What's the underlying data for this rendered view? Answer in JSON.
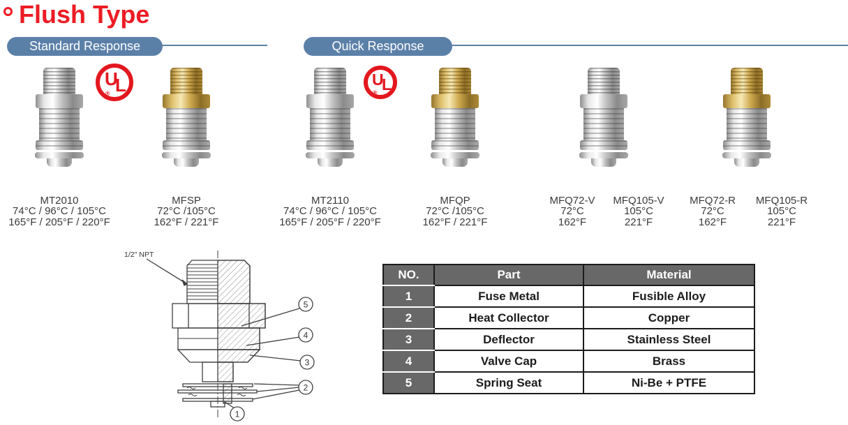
{
  "page": {
    "title": "Flush Type"
  },
  "banners": {
    "standard": "Standard Response",
    "quick": "Quick Response"
  },
  "colors": {
    "accent_red": "#ed1c24",
    "banner_blue": "#5b80a8",
    "table_header_gray": "#686868"
  },
  "ul_logo": {
    "u": "U",
    "l": "L",
    "registered": "®"
  },
  "products": [
    {
      "name": "MT2010",
      "temps_c": "74°C / 96°C / 105°C",
      "temps_f": "165°F / 205°F / 220°F",
      "finish": "chrome",
      "ul_listed": true
    },
    {
      "name": "MFSP",
      "temps_c": "72°C /105°C",
      "temps_f": "162°F / 221°F",
      "finish": "brass-chrome",
      "ul_listed": false
    },
    {
      "name": "MT2110",
      "temps_c": "74°C / 96°C / 105°C",
      "temps_f": "165°F / 205°F / 220°F",
      "finish": "chrome",
      "ul_listed": true
    },
    {
      "name": "MFQP",
      "temps_c": "72°C /105°C",
      "temps_f": "162°F / 221°F",
      "finish": "brass-chrome",
      "ul_listed": false
    },
    {
      "name": "MFQ72-V",
      "temps_c": "72°C",
      "temps_f": "162°F",
      "finish": "chrome",
      "ul_listed": false
    },
    {
      "name": "MFQ105-V",
      "temps_c": "105°C",
      "temps_f": "221°F",
      "finish": "chrome",
      "ul_listed": false
    },
    {
      "name": "MFQ72-R",
      "temps_c": "72°C",
      "temps_f": "162°F",
      "finish": "brass-chrome",
      "ul_listed": false
    },
    {
      "name": "MFQ105-R",
      "temps_c": "105°C",
      "temps_f": "221°F",
      "finish": "brass-chrome",
      "ul_listed": false
    }
  ],
  "diagram": {
    "thread_label": "1/2\" NPT",
    "callouts": [
      "1",
      "2",
      "3",
      "4",
      "5"
    ]
  },
  "table": {
    "headers": [
      "NO.",
      "Part",
      "Material"
    ],
    "rows": [
      {
        "no": "1",
        "part": "Fuse Metal",
        "material": "Fusible Alloy"
      },
      {
        "no": "2",
        "part": "Heat Collector",
        "material": "Copper"
      },
      {
        "no": "3",
        "part": "Deflector",
        "material": "Stainless Steel"
      },
      {
        "no": "4",
        "part": "Valve Cap",
        "material": "Brass"
      },
      {
        "no": "5",
        "part": "Spring Seat",
        "material": "Ni-Be + PTFE"
      }
    ]
  }
}
